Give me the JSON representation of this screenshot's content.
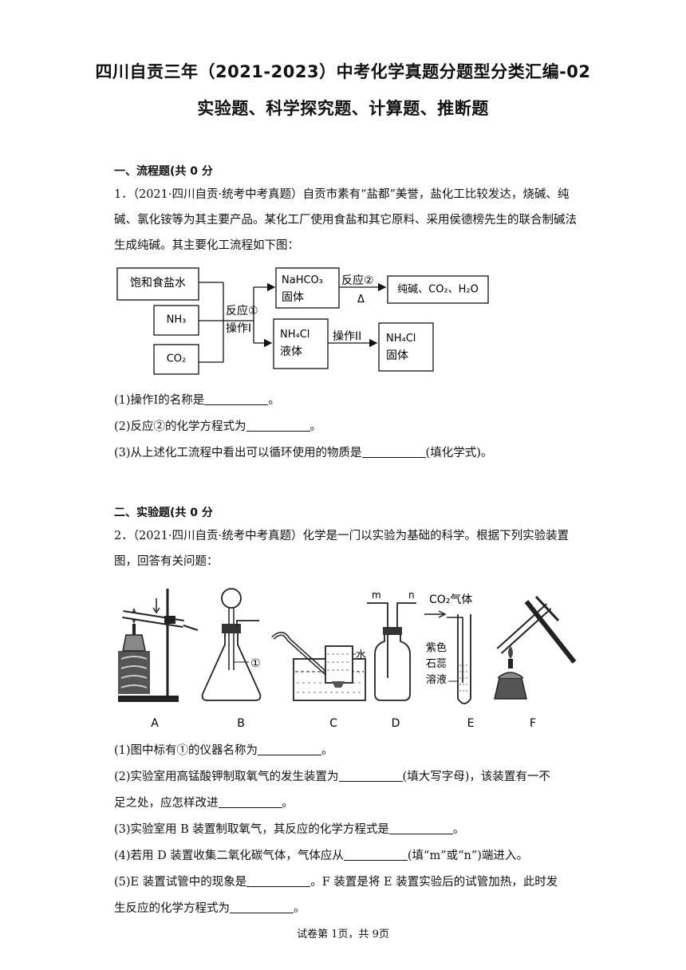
{
  "title_line1": "四川自贡三年（2021-2023）中考化学真题分题型分类汇编-02",
  "title_line2": "实验题、科学探究题、计算题、推断题",
  "section1": "一、流程题(共 0 分",
  "q1": {
    "text": "1．（2021·四川自贡·统考中考真题）自贡市素有“盐都”美誉，盐化工比较发达，烧碱、纯碱、氯化铵等为其主要产品。某化工厂使用食盐和其它原料、采用侯德榜先生的联合制碱法生成纯碱。其主要化工流程如下图：",
    "flow": {
      "in1": "饱和食盐水",
      "in2": "NH₃",
      "in3": "CO₂",
      "op1a": "反应①",
      "op1b": "操作I",
      "mid1a": "NaHCO₃",
      "mid1b": "固体",
      "op2a": "反应②",
      "op2b": "Δ",
      "out1": "纯碱、CO₂、H₂O",
      "mid2a": "NH₄Cl",
      "mid2b": "液体",
      "op3": "操作II",
      "out2a": "NH₄Cl",
      "out2b": "固体"
    },
    "sub1_pre": "(1)操作I的名称是",
    "sub1_post": "。",
    "sub2_pre": "(2)反应②的化学方程式为",
    "sub2_post": "。",
    "sub3_pre": "(3)从上述化工流程中看出可以循环使用的物质是",
    "sub3_post": "(填化学式)。"
  },
  "section2": "二、实验题(共 0 分",
  "q2": {
    "text": "2．（2021·四川自贡·统考中考真题）化学是一门以实验为基础的科学。根据下列实验装置图，回答有关问题：",
    "labels": {
      "A": "A",
      "B": "B",
      "C": "C",
      "D": "D",
      "E": "E",
      "F": "F",
      "circle1": "①",
      "water": "水",
      "m": "m",
      "n": "n",
      "co2gas": "CO₂气体",
      "litmus1": "紫色",
      "litmus2": "石蕊",
      "litmus3": "溶液"
    },
    "sub1_pre": "(1)图中标有①的仪器名称为",
    "sub1_post": "。",
    "sub2a_pre": "(2)实验室用高锰酸钾制取氧气的发生装置为",
    "sub2a_post": "(填大写字母)，该装置有一不",
    "sub2b_pre": "足之处，应怎样改进",
    "sub2b_post": "。",
    "sub3_pre": "(3)实验室用 B 装置制取氧气，其反应的化学方程式是",
    "sub3_post": "。",
    "sub4_pre": "(4)若用 D 装置收集二氧化碳气体，气体应从",
    "sub4_post": "(填“m”或“n”)端进入。",
    "sub5a_pre": "(5)E 装置试管中的现象是",
    "sub5a_post": "。F 装置是将 E 装置实验后的试管加热，此时发",
    "sub5b_pre": "生反应的化学方程式为",
    "sub5b_post": "。"
  },
  "footer": "试卷第 1页，共 9页"
}
